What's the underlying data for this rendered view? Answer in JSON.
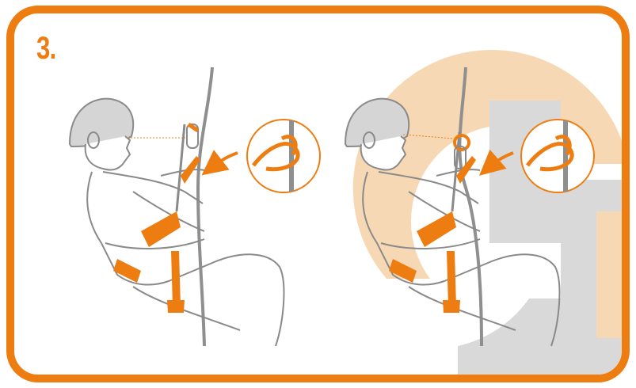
{
  "step": {
    "number": "3."
  },
  "colors": {
    "accent": "#ee7d11",
    "watermark_orange": "#f6d9b4",
    "watermark_grey": "#d9d9d9",
    "line": "#8a8a8a",
    "helmet": "#d5d5d5",
    "rope": "#8f8f8f"
  },
  "illustrations": [
    {
      "id": "left",
      "subject": "seated-climber-on-rope",
      "inset": "magnified-knot-on-rope"
    },
    {
      "id": "right",
      "subject": "seated-climber-on-rope",
      "inset": "magnified-knot-on-rope"
    }
  ]
}
